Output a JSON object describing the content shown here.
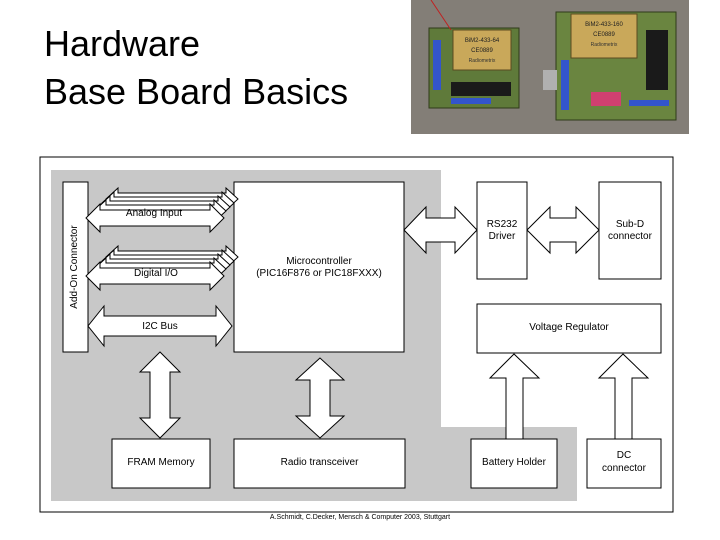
{
  "slide": {
    "title_line1": "Hardware",
    "title_line2": "Base Board Basics",
    "credit": "A.Schmidt, C.Decker, Mensch & Computer 2003, Stuttgart"
  },
  "photo": {
    "module_left_label": "BiM2-433-64",
    "module_right_label": "BiM2-433-160",
    "ce_mark": "CE0889",
    "brand": "Radiometrix"
  },
  "diagram": {
    "add_on_connector": "Add-On Connector",
    "analog_input": "Analog Input",
    "digital_io": "Digital I/O",
    "i2c_bus": "I2C Bus",
    "mcu_line1": "Microcontroller",
    "mcu_line2": "(PIC16F876 or PIC18FXXX)",
    "rs232_line1": "RS232",
    "rs232_line2": "Driver",
    "subd_line1": "Sub-D",
    "subd_line2": "connector",
    "voltage_regulator": "Voltage Regulator",
    "fram_memory": "FRAM Memory",
    "radio_transceiver": "Radio transceiver",
    "battery_holder": "Battery Holder",
    "dc_line1": "DC",
    "dc_line2": "connector"
  },
  "colors": {
    "panel_gray": "#c8c8c8",
    "box_fill": "#ffffff",
    "stroke": "#000000"
  }
}
